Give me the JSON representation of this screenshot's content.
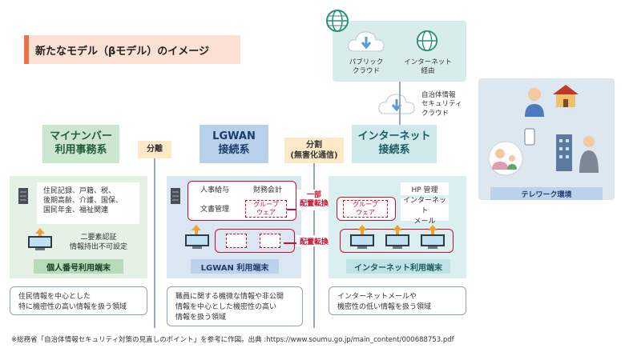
{
  "title": "新たなモデル（βモデル）のイメージ",
  "cloud": {
    "public_cloud": "パブリック\nクラウド",
    "internet_route": "インターネット\n経由",
    "security_cloud": "自治体情報\nセキュリティ\nクラウド"
  },
  "telework": {
    "label": "テレワーク環境"
  },
  "columns": {
    "mynumber": {
      "header": "マイナンバー\n利用事務系",
      "info": "住民記録、戸籍、税、\n後期高齢、介護、国保、\n国民年金、福祉関連",
      "auth": "二要素認証\n情報持出不可設定",
      "terminal": "個人番号利用端末",
      "desc": "住民情報を中心とした\n特に機密性の高い情報を扱う領域"
    },
    "lgwan": {
      "header": "LGWAN\n接続系",
      "apps": [
        "人事給与",
        "財務会計",
        "文書管理"
      ],
      "groupware": "グループ\nウェア",
      "terminal": "LGWAN 利用端末",
      "desc": "職員に関する機微な情報や非公開\n情報を中心とした機密性の高い\n情報を扱う領域"
    },
    "internet": {
      "header": "インターネット\n接続系",
      "hp": "HP 管理",
      "groupware": "グループ\nウェア",
      "mail": "インターネット\nメール",
      "terminal": "インターネット利用端末",
      "desc": "インターネットメールや\n機密性の低い情報を扱う領域"
    }
  },
  "separators": {
    "split1": "分離",
    "split2": "分割\n(無害化通信)"
  },
  "tags": {
    "partial_move": "一部\n配置転換",
    "move": "配置転換"
  },
  "footnote": "※総務省「自治体情報セキュリティ対策の見直しのポイント」を参考に作図。出典 :https://www.soumu.go.jp/main_content/000688753.pdf",
  "colors": {
    "accent_red": "#c8102e",
    "orange": "#e8744a",
    "green": "#cde6cf",
    "blue": "#b9d0ea",
    "cyan": "#cfe9ea"
  }
}
